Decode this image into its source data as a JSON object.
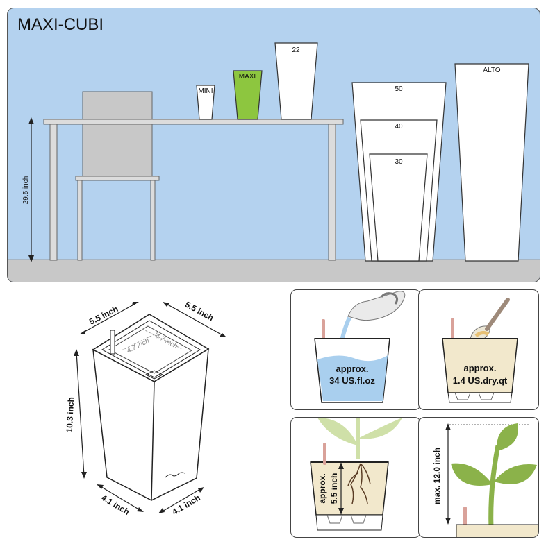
{
  "title": "MAXI-CUBI",
  "table_height": "29.5 inch",
  "pots": {
    "mini": "MINI",
    "maxi": "MAXI",
    "p22": "22",
    "p50": "50",
    "p40": "40",
    "p30": "30",
    "alto": "ALTO"
  },
  "dimensions": {
    "top_left": "5.5 inch",
    "top_right": "5.5 inch",
    "inner_left": "4.7 inch",
    "inner_right": "4.7 inch",
    "height": "10.3 inch",
    "bottom_left": "4.1 inch",
    "bottom_right": "4.1 inch"
  },
  "water": {
    "line1": "approx.",
    "line2": "34 US.fl.oz"
  },
  "substrate": {
    "line1": "approx.",
    "line2": "1.4 US.dry.qt"
  },
  "root_depth": {
    "line1": "approx.",
    "line2": "5.5 inch"
  },
  "plant_height": "max. 12.0 inch",
  "colors": {
    "sky": "#b4d2ef",
    "floor": "#c8c8c8",
    "maxi_green": "#8dc63f",
    "water_blue": "#a9cfee",
    "substrate_beige": "#f2e8cc",
    "leaf_green": "#8bb24a",
    "leaf_light": "#cfe0a8"
  }
}
